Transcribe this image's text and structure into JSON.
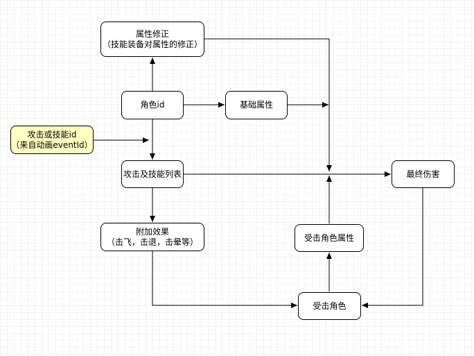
{
  "colors": {
    "node_fill": "#ffffff",
    "input_node_fill": "#ffffc0",
    "stroke": "#000000"
  },
  "nodes": {
    "attr_modify": {
      "line1": "属性修正",
      "line2": "（技能装备对属性的修正）"
    },
    "role_id": {
      "label": "角色id"
    },
    "base_attr": {
      "label": "基础属性"
    },
    "attack_skill_id": {
      "line1": "攻击或技能id",
      "line2": "（来自动画eventId）"
    },
    "attack_skill_list": {
      "label": "攻击及技能列表"
    },
    "final_damage": {
      "label": "最终伤害"
    },
    "extra_effect": {
      "line1": "附加效果",
      "line2": "（击飞，击退，击晕等）"
    },
    "victim_attr": {
      "label": "受击角色属性"
    },
    "victim": {
      "label": "受击角色"
    }
  },
  "edges": [
    "role_id -> attr_modify",
    "role_id -> base_attr",
    "role_id -> attack_skill_list",
    "attack_skill_id -> role_id-list-line",
    "attr_modify -> junction",
    "base_attr -> junction",
    "attack_skill_list -> final_damage",
    "attack_skill_list -> extra_effect",
    "victim_attr -> junction",
    "victim -> victim_attr",
    "extra_effect -> victim",
    "final_damage -> victim"
  ]
}
